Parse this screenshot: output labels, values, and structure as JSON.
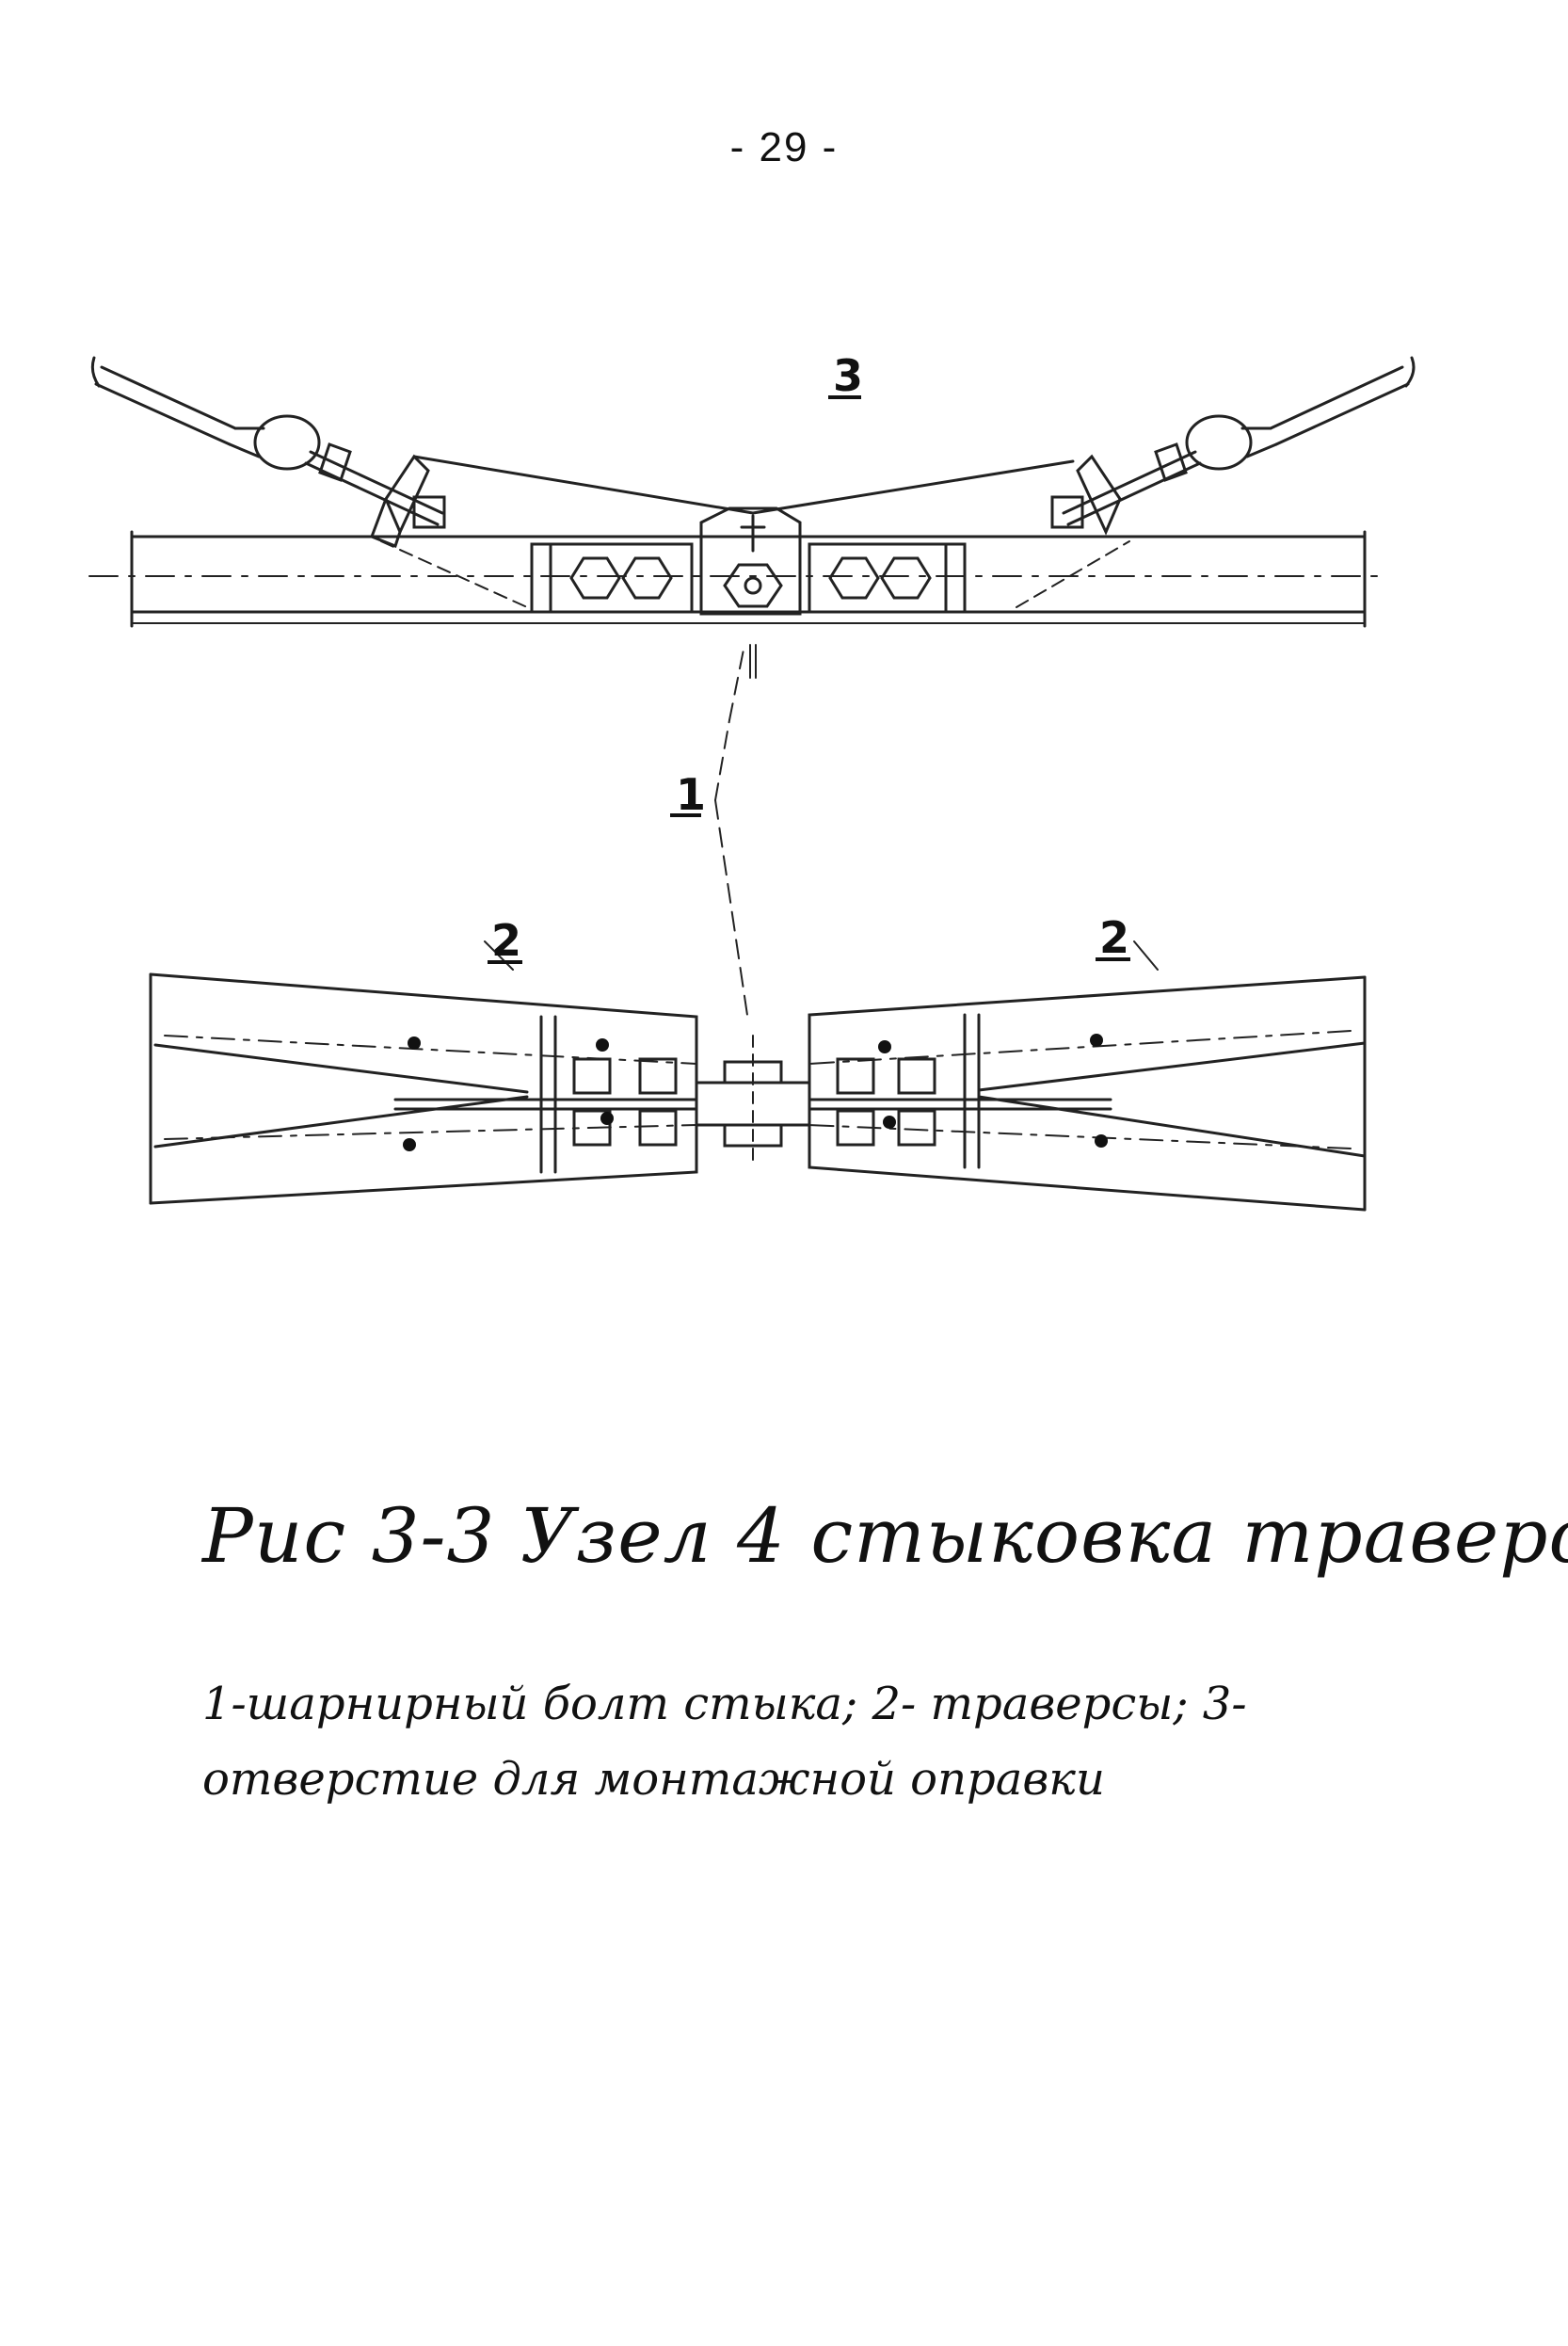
{
  "page": {
    "number": "- 29 -"
  },
  "labels": {
    "hinge_bolt": "1",
    "traverse_left": "2",
    "traverse_right": "2",
    "mounting_hole": "3"
  },
  "caption": {
    "title": "Рис 3-3 Узел 4 стыковка траверс"
  },
  "legend": {
    "text": "1-шарнирный болт стыка; 2- траверсы; 3-отверстие для монтажной оправки"
  }
}
